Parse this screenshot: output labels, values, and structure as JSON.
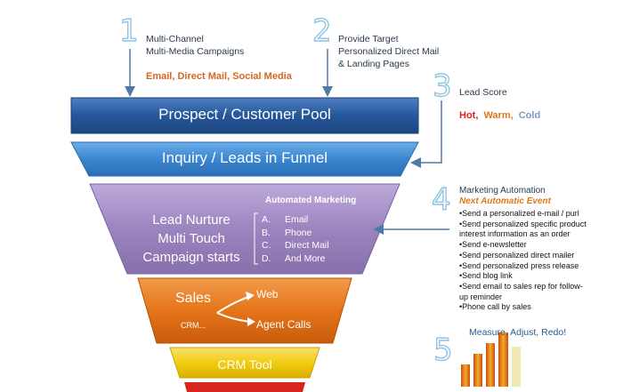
{
  "steps": {
    "s1": {
      "num": "1",
      "line1": "Multi-Channel",
      "line2": "Multi-Media Campaigns",
      "channels": "Email, Direct Mail, Social Media"
    },
    "s2": {
      "num": "2",
      "line1": "Provide Target",
      "line2": "Personalized Direct Mail",
      "line3": "& Landing Pages"
    },
    "s3": {
      "num": "3",
      "title": "Lead Score",
      "hot": "Hot,",
      "warm": "Warm,",
      "cold": "Cold"
    },
    "s4": {
      "num": "4",
      "title": "Marketing Automation",
      "subtitle": "Next Automatic Event",
      "bullets": [
        "•Send a personalized e-mail / purl",
        "•Send personalized specific product",
        "interest information as an order",
        "•Send e-newsletter",
        "•Send personalized direct mailer",
        "•Send personalized  press release",
        "•Send blog link",
        "•Send email to sales rep for follow-",
        "up reminder",
        "•Phone call by sales"
      ]
    },
    "s5": {
      "num": "5",
      "title": "Measure, Adjust, Redo!"
    }
  },
  "funnel": {
    "pool": "Prospect / Customer Pool",
    "inquiry": "Inquiry / Leads in Funnel",
    "automated": "Automated Marketing",
    "nurture": [
      "Lead Nurture",
      "Multi Touch",
      "Campaign starts"
    ],
    "options": [
      {
        "letter": "A.",
        "text": "Email"
      },
      {
        "letter": "B.",
        "text": "Phone"
      },
      {
        "letter": "C.",
        "text": "Direct Mail"
      },
      {
        "letter": "D.",
        "text": "And More"
      }
    ],
    "sales": "Sales",
    "web": "Web",
    "crm_small": "CRM...",
    "agent_calls": "Agent Calls",
    "crm_tool": "CRM Tool"
  },
  "colors": {
    "pool": "#2a5a9c",
    "inquiry": "#3b86cf",
    "nurture": "#9d85bf",
    "sales": "#e5741a",
    "crm": "#f2cc12",
    "bottom": "#d8231f",
    "arrow": "#4f79a8",
    "hot": "#e02020",
    "warm": "#e07818",
    "cold": "#7a9cc0"
  }
}
